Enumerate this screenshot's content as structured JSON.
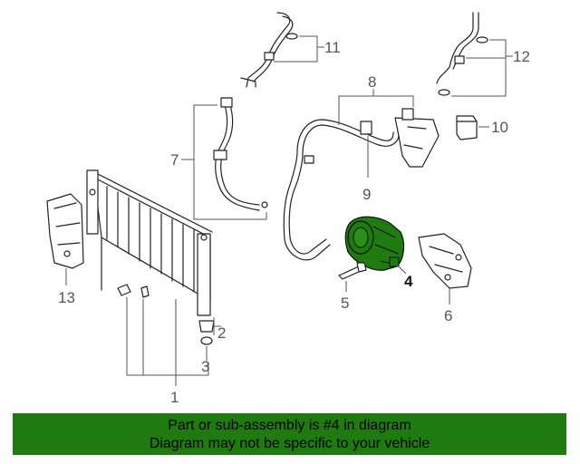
{
  "callouts": {
    "c1": "1",
    "c2": "2",
    "c3": "3",
    "c4": "4",
    "c5": "5",
    "c6": "6",
    "c7": "7",
    "c8": "8",
    "c9": "9",
    "c10": "10",
    "c11": "11",
    "c12": "12",
    "c13": "13"
  },
  "highlighted_part": "4",
  "colors": {
    "highlight": "#1f7a0f",
    "banner": "#1f7a0f"
  },
  "footer": {
    "line1": "Part or sub-assembly is #4 in diagram",
    "line2": "Diagram may not be specific to your vehicle"
  }
}
